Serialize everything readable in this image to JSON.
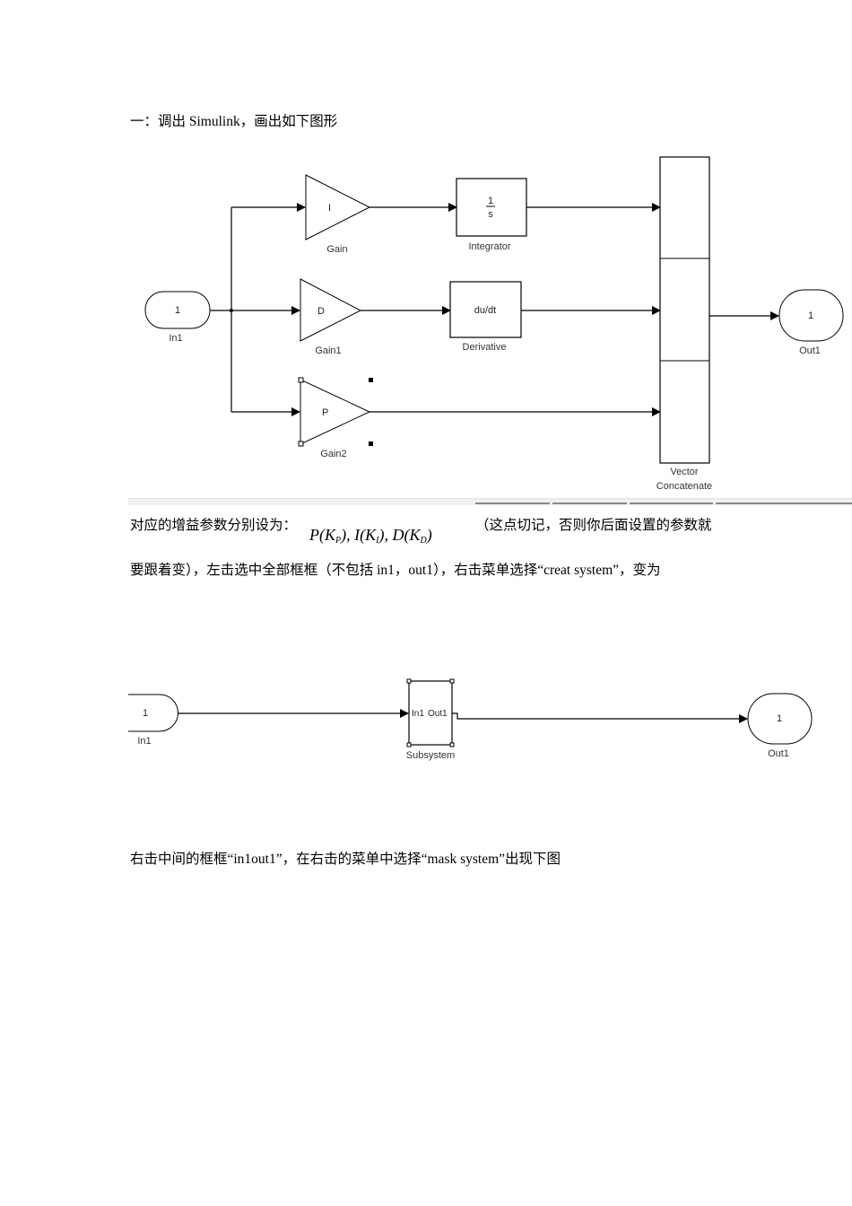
{
  "heading": "一：调出 Simulink，画出如下图形",
  "diagram1": {
    "inport": {
      "value": "1",
      "label": "In1"
    },
    "gain_i": {
      "value": "I",
      "label": "Gain"
    },
    "gain_d": {
      "value": "D",
      "label": "Gain1"
    },
    "gain_p": {
      "value": "P",
      "label": "Gain2"
    },
    "integrator": {
      "numerator": "1",
      "denominator": "s",
      "label": "Integrator"
    },
    "derivative": {
      "value": "du/dt",
      "label": "Derivative"
    },
    "concat": {
      "label_line1": "Vector",
      "label_line2": "Concatenate"
    },
    "outport": {
      "value": "1",
      "label": "Out1"
    }
  },
  "para1": {
    "lead": "对应的增益参数分别设为：",
    "math": {
      "p": "P",
      "kp": "K",
      "kp_sub": "P",
      "i": "I",
      "ki": "K",
      "ki_sub": "I",
      "d": "D",
      "kd": "K",
      "kd_sub": "D"
    },
    "trail": "（这点切记，否则你后面设置的参数就"
  },
  "para2": "要跟着变），左击选中全部框框（不包括 in1，out1），右击菜单选择“creat system”，变为",
  "diagram2": {
    "inport": {
      "value": "1",
      "label": "In1"
    },
    "subsystem": {
      "in_port": "In1",
      "out_port": "Out1",
      "label": "Subsystem"
    },
    "outport": {
      "value": "1",
      "label": "Out1"
    }
  },
  "para3": "右击中间的框框“in1out1”，在右击的菜单中选择“mask system”出现下图"
}
